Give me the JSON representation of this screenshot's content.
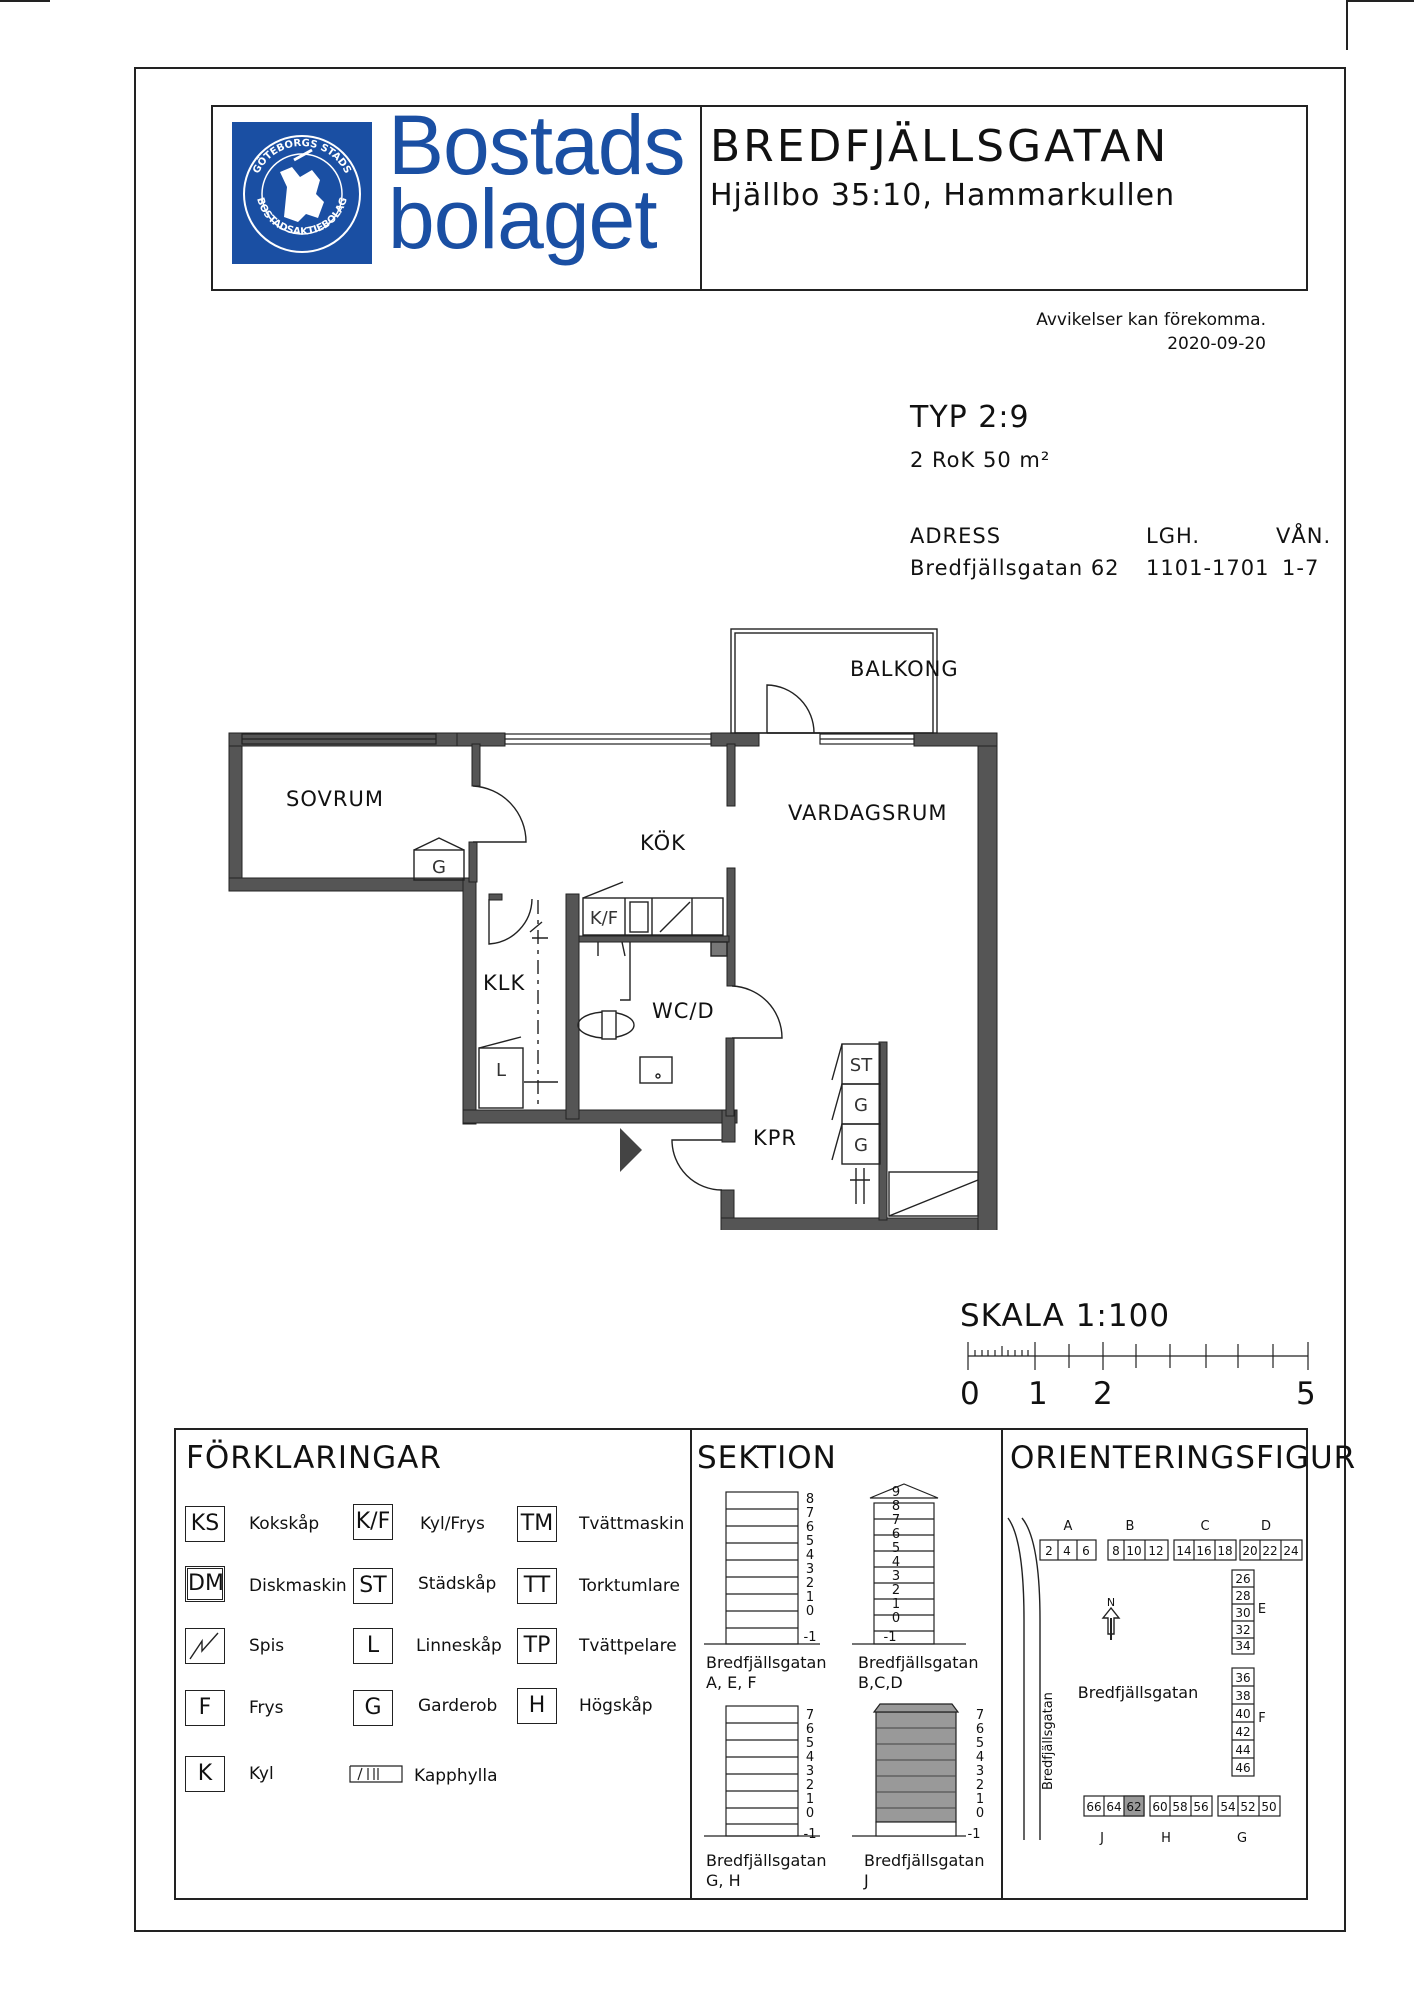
{
  "header": {
    "logo_lines": [
      "Bostads",
      "bolaget"
    ],
    "logo_seal_text": [
      "GÖTEBORGS STADS",
      "BOSTADSAKTIEBOLAG"
    ],
    "street": "BREDFJÄLLSGATAN",
    "area": "Hjällbo 35:10, Hammarkullen"
  },
  "notes": {
    "disclaimer": "Avvikelser kan förekomma.",
    "date": "2020-09-20"
  },
  "apartment": {
    "type": "TYP  2:9",
    "size": "2 RoK   50 m²",
    "address_header": "ADRESS",
    "apartment_header": "LGH.",
    "floor_header": "VÅN.",
    "address": "Bredfjällsgatan 62",
    "apartments": "1101-1701",
    "floors": "1-7"
  },
  "floor_plan": {
    "rooms": [
      "BALKONG",
      "SOVRUM",
      "KÖK",
      "VARDAGSRUM",
      "KLK",
      "WC/D",
      "KPR"
    ],
    "fixtures": [
      "G",
      "K/F",
      "L",
      "ST",
      "G",
      "G"
    ]
  },
  "scale": {
    "title": "SKALA 1:100",
    "ticks": [
      "0",
      "1",
      "2",
      "5"
    ]
  },
  "legend": {
    "title": "FÖRKLARINGAR",
    "items": [
      {
        "code": "KS",
        "label": "Kokskåp"
      },
      {
        "code": "DM",
        "label": "Diskmaskin"
      },
      {
        "code": "",
        "label": "Spis"
      },
      {
        "code": "F",
        "label": "Frys"
      },
      {
        "code": "K",
        "label": "Kyl"
      },
      {
        "code": "K/F",
        "label": "Kyl/Frys"
      },
      {
        "code": "ST",
        "label": "Städskåp"
      },
      {
        "code": "L",
        "label": "Linneskåp"
      },
      {
        "code": "G",
        "label": "Garderob"
      },
      {
        "code": "",
        "label": "Kapphylla"
      },
      {
        "code": "TM",
        "label": "Tvättmaskin"
      },
      {
        "code": "TT",
        "label": "Torktumlare"
      },
      {
        "code": "TP",
        "label": "Tvättpelare"
      },
      {
        "code": "H",
        "label": "Högskåp"
      }
    ]
  },
  "section": {
    "title": "SEKTION",
    "buildings": [
      {
        "name": "Bredfjällsgatan",
        "sub": "A, E, F",
        "floors": [
          "8",
          "7",
          "6",
          "5",
          "4",
          "3",
          "2",
          "1",
          "0",
          "-1"
        ]
      },
      {
        "name": "Bredfjällsgatan",
        "sub": "B,C,D",
        "floors": [
          "9",
          "8",
          "7",
          "6",
          "5",
          "4",
          "3",
          "2",
          "1",
          "0",
          "-1"
        ]
      },
      {
        "name": "Bredfjällsgatan",
        "sub": "G, H",
        "floors": [
          "7",
          "6",
          "5",
          "4",
          "3",
          "2",
          "1",
          "0",
          "-1"
        ]
      },
      {
        "name": "Bredfjällsgatan",
        "sub": "J",
        "floors": [
          "7",
          "6",
          "5",
          "4",
          "3",
          "2",
          "1",
          "0",
          "-1"
        ]
      }
    ]
  },
  "orientation": {
    "title": "ORIENTERINGSFIGUR",
    "street_label": "Bredfjällsgatan",
    "road_label": "Bredfjällsgatan",
    "north": "N",
    "top_groups": [
      {
        "letter": "A",
        "numbers": [
          "2",
          "4",
          "6"
        ]
      },
      {
        "letter": "B",
        "numbers": [
          "8",
          "10",
          "12"
        ]
      },
      {
        "letter": "C",
        "numbers": [
          "14",
          "16",
          "18"
        ]
      },
      {
        "letter": "D",
        "numbers": [
          "20",
          "22",
          "24"
        ]
      }
    ],
    "right_groups": [
      {
        "letter": "E",
        "numbers": [
          "26",
          "28",
          "30",
          "32",
          "34"
        ]
      },
      {
        "letter": "F",
        "numbers": [
          "36",
          "38",
          "40",
          "42",
          "44",
          "46"
        ]
      }
    ],
    "bottom_groups": [
      {
        "letter": "J",
        "numbers": [
          "66",
          "64",
          "62"
        ]
      },
      {
        "letter": "H",
        "numbers": [
          "60",
          "58",
          "56"
        ]
      },
      {
        "letter": "G",
        "numbers": [
          "54",
          "52",
          "50"
        ]
      }
    ],
    "highlighted": "62"
  }
}
